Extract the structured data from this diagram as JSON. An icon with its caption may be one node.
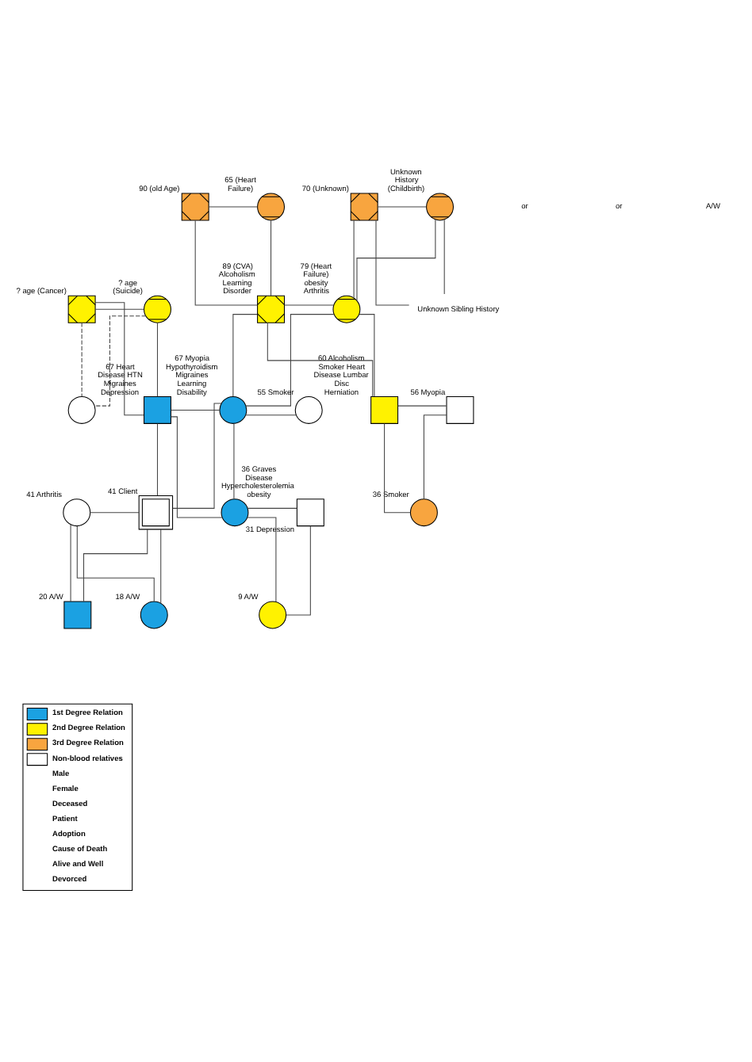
{
  "diagram": {
    "nodes": [
      {
        "text": [],
        "shape": "box",
        "beside": [
          "90 (old Age)"
        ]
      },
      {
        "text": [],
        "shape": "circle",
        "beside": [
          "65 (Heart Failure)"
        ]
      },
      {
        "text": [],
        "shape": "box",
        "beside": [
          "70 (Unknown)"
        ]
      },
      {
        "text": [],
        "shape": "circle",
        "beside": [
          "Unknown History (Childbirth)"
        ]
      },
      {
        "text": [],
        "shape": "box",
        "beside": [
          "? age (Cancer)"
        ]
      },
      {
        "text": [],
        "shape": "circle",
        "beside": [
          "? age (Suicide)"
        ]
      },
      {
        "text": [],
        "shape": "box",
        "beside": [
          "89 (CVA) Alcoholism Learning Disorder"
        ]
      },
      {
        "text": [],
        "shape": "circle",
        "beside": [
          "79 (Heart Failure) obesity Arthritis"
        ]
      },
      {
        "text": [
          "Unknown Sibling History"
        ]
      },
      {
        "text": [],
        "shape": "circle"
      },
      {
        "text": [],
        "shape": "box",
        "beside": [
          "67 Heart Disease HTN Migraines Depression"
        ]
      },
      {
        "text": [],
        "shape": "circle",
        "beside": [
          "67 Myopia Hypothyroidism Migraines Learning Disability"
        ]
      },
      {
        "text": [],
        "shape": "circle",
        "beside": [
          "55 Smoker"
        ]
      },
      {
        "text": [],
        "shape": "box",
        "beside": [
          "60 Alcoholism Smoker Heart Disease Lumbar Disc Herniation"
        ]
      },
      {
        "text": [],
        "shape": "box",
        "beside": [
          "56 Myopia"
        ]
      },
      {
        "text": [],
        "shape": "circle",
        "beside": [
          "36 Smoker"
        ]
      },
      {
        "text": [],
        "shape": "circle",
        "beside": [
          "41 Arthritis"
        ]
      },
      {
        "text": [],
        "shape": "box",
        "beside": [
          "41 Client"
        ]
      },
      {
        "text": [],
        "shape": "circle",
        "beside": [
          "36 Graves Disease Hypercholesterolemia obesity"
        ]
      },
      {
        "text": [],
        "shape": "box",
        "beside": [
          "31 Depression"
        ]
      },
      {
        "text": [],
        "shape": "box",
        "beside": [
          "20 A/W"
        ]
      },
      {
        "text": [],
        "shape": "circle",
        "beside": [
          "18 A/W"
        ]
      },
      {
        "text": [],
        "shape": "circle",
        "beside": [
          "9 A/W"
        ]
      }
    ],
    "edges": [
      {
        "from": 0,
        "to": 1,
        "arrow": "none"
      },
      {
        "from": 2,
        "to": 3,
        "arrow": "none"
      },
      {
        "from": 0,
        "to": 6,
        "arrow": "none"
      },
      {
        "from": 1,
        "to": 6,
        "arrow": "none"
      },
      {
        "from": 2,
        "to": 7,
        "arrow": "none"
      },
      {
        "from": 3,
        "to": 7,
        "arrow": "none"
      },
      {
        "from": 2,
        "to": 8,
        "arrow": "none"
      },
      {
        "from": 3,
        "to": 8,
        "arrow": "none"
      },
      {
        "from": 4,
        "to": 5,
        "arrow": "none"
      },
      {
        "from": 6,
        "to": 7,
        "arrow": "none"
      },
      {
        "from": 4,
        "to": 9,
        "arrow": "none",
        "style": "dashed"
      },
      {
        "from": 5,
        "to": 9,
        "arrow": "none",
        "style": "dashed"
      },
      {
        "from": 4,
        "to": 10,
        "arrow": "none"
      },
      {
        "from": 5,
        "to": 10,
        "arrow": "none"
      },
      {
        "from": 6,
        "to": 11,
        "arrow": "none"
      },
      {
        "from": 7,
        "to": 11,
        "arrow": "none"
      },
      {
        "from": 6,
        "to": 13,
        "arrow": "none"
      },
      {
        "from": 7,
        "to": 13,
        "arrow": "none"
      },
      {
        "from": 10,
        "to": 11,
        "arrow": "none"
      },
      {
        "from": 11,
        "to": 12,
        "arrow": "none"
      },
      {
        "from": 13,
        "to": 14,
        "arrow": "none"
      },
      {
        "from": 13,
        "to": 15,
        "arrow": "none"
      },
      {
        "from": 14,
        "to": 15,
        "arrow": "none"
      },
      {
        "from": 10,
        "to": 17,
        "arrow": "none"
      },
      {
        "from": 11,
        "to": 17,
        "arrow": "none"
      },
      {
        "from": 10,
        "to": 18,
        "arrow": "none"
      },
      {
        "from": 11,
        "to": 18,
        "arrow": "none"
      },
      {
        "from": 16,
        "to": 17,
        "arrow": "none"
      },
      {
        "from": 18,
        "to": 19,
        "arrow": "none"
      },
      {
        "from": 16,
        "to": 20,
        "arrow": "none"
      },
      {
        "from": 17,
        "to": 20,
        "arrow": "none"
      },
      {
        "from": 16,
        "to": 21,
        "arrow": "none"
      },
      {
        "from": 17,
        "to": 21,
        "arrow": "none"
      },
      {
        "from": 18,
        "to": 22,
        "arrow": "none"
      },
      {
        "from": 19,
        "to": 22,
        "arrow": "none"
      }
    ],
    "labels": [
      "or",
      "or",
      "A/W"
    ],
    "legend": [
      {
        "text": "1st Degree Relation",
        "color": "#1ba1e2"
      },
      {
        "text": "2nd Degree Relation",
        "color": "#fff200"
      },
      {
        "text": "3rd Degree Relation",
        "color": "#f8a53f"
      },
      {
        "text": "Non-blood relatives",
        "color": "#ffffff"
      },
      {
        "text": "Male"
      },
      {
        "text": "Female"
      },
      {
        "text": "Deceased"
      },
      {
        "text": "Patient"
      },
      {
        "text": "Adoption"
      },
      {
        "text": "Cause of Death"
      },
      {
        "text": "Alive and Well"
      },
      {
        "text": "Devorced"
      }
    ]
  }
}
